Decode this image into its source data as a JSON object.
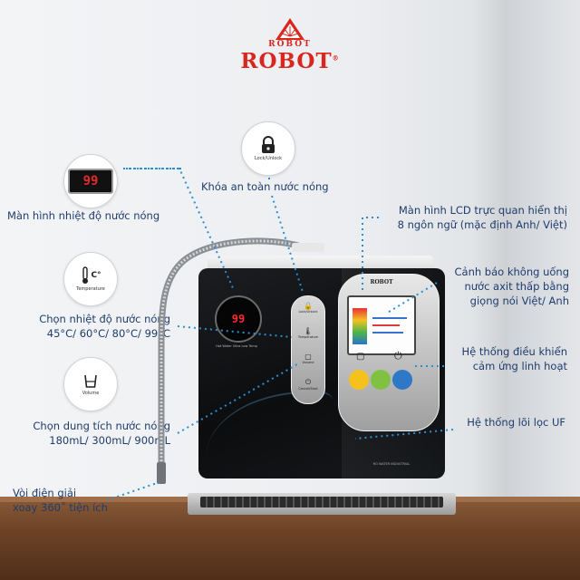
{
  "brand": {
    "logo_top_word": "ROBOT",
    "logo_main_word": "ROBOT",
    "logo_registered": "®",
    "color_red": "#d8271e"
  },
  "icons": {
    "lock_caption": "Lock/Unlock",
    "temperature_caption": "Temperature",
    "temperature_unit": "C°",
    "volume_caption": "Volume",
    "display_value": "99"
  },
  "callouts": {
    "lock": "Khóa an toàn nước nóng",
    "temp_display": "Màn hình nhiệt độ nước nóng",
    "lcd_line1": "Màn hình LCD trực quan hiển thị",
    "lcd_line2": "8 ngôn ngữ (mặc định Anh/ Việt)",
    "warn_line1": "Cảnh báo không uống",
    "warn_line2": "nước axit thấp bằng",
    "warn_line3": "giọng nói Việt/ Anh",
    "choose_temp_line1": "Chọn nhiệt độ nước nóng",
    "choose_temp_line2": "45°C/ 60°C/ 80°C/ 99°C",
    "touch_line1": "Hệ thống điều khiển",
    "touch_line2": "cảm ứng linh hoạt",
    "volume_line1": "Chọn dung tích nước nóng",
    "volume_line2": "180mL/ 300mL/ 900mL",
    "uf": "Hệ thống lõi lọc UF",
    "faucet_line1": "Vòi điện giải",
    "faucet_line2": "xoay 360˚ tiện ích"
  },
  "machine": {
    "round_display_value": "99",
    "round_display_caption": "Hot Water Ultra Low Temp",
    "panel_brand": "ROBOT",
    "button_labels": [
      "Lock/Unlock",
      "Temperature",
      "Volume",
      "Cancel/Start"
    ],
    "footer_caption": "RO WATER INDUSTRIAL"
  }
}
